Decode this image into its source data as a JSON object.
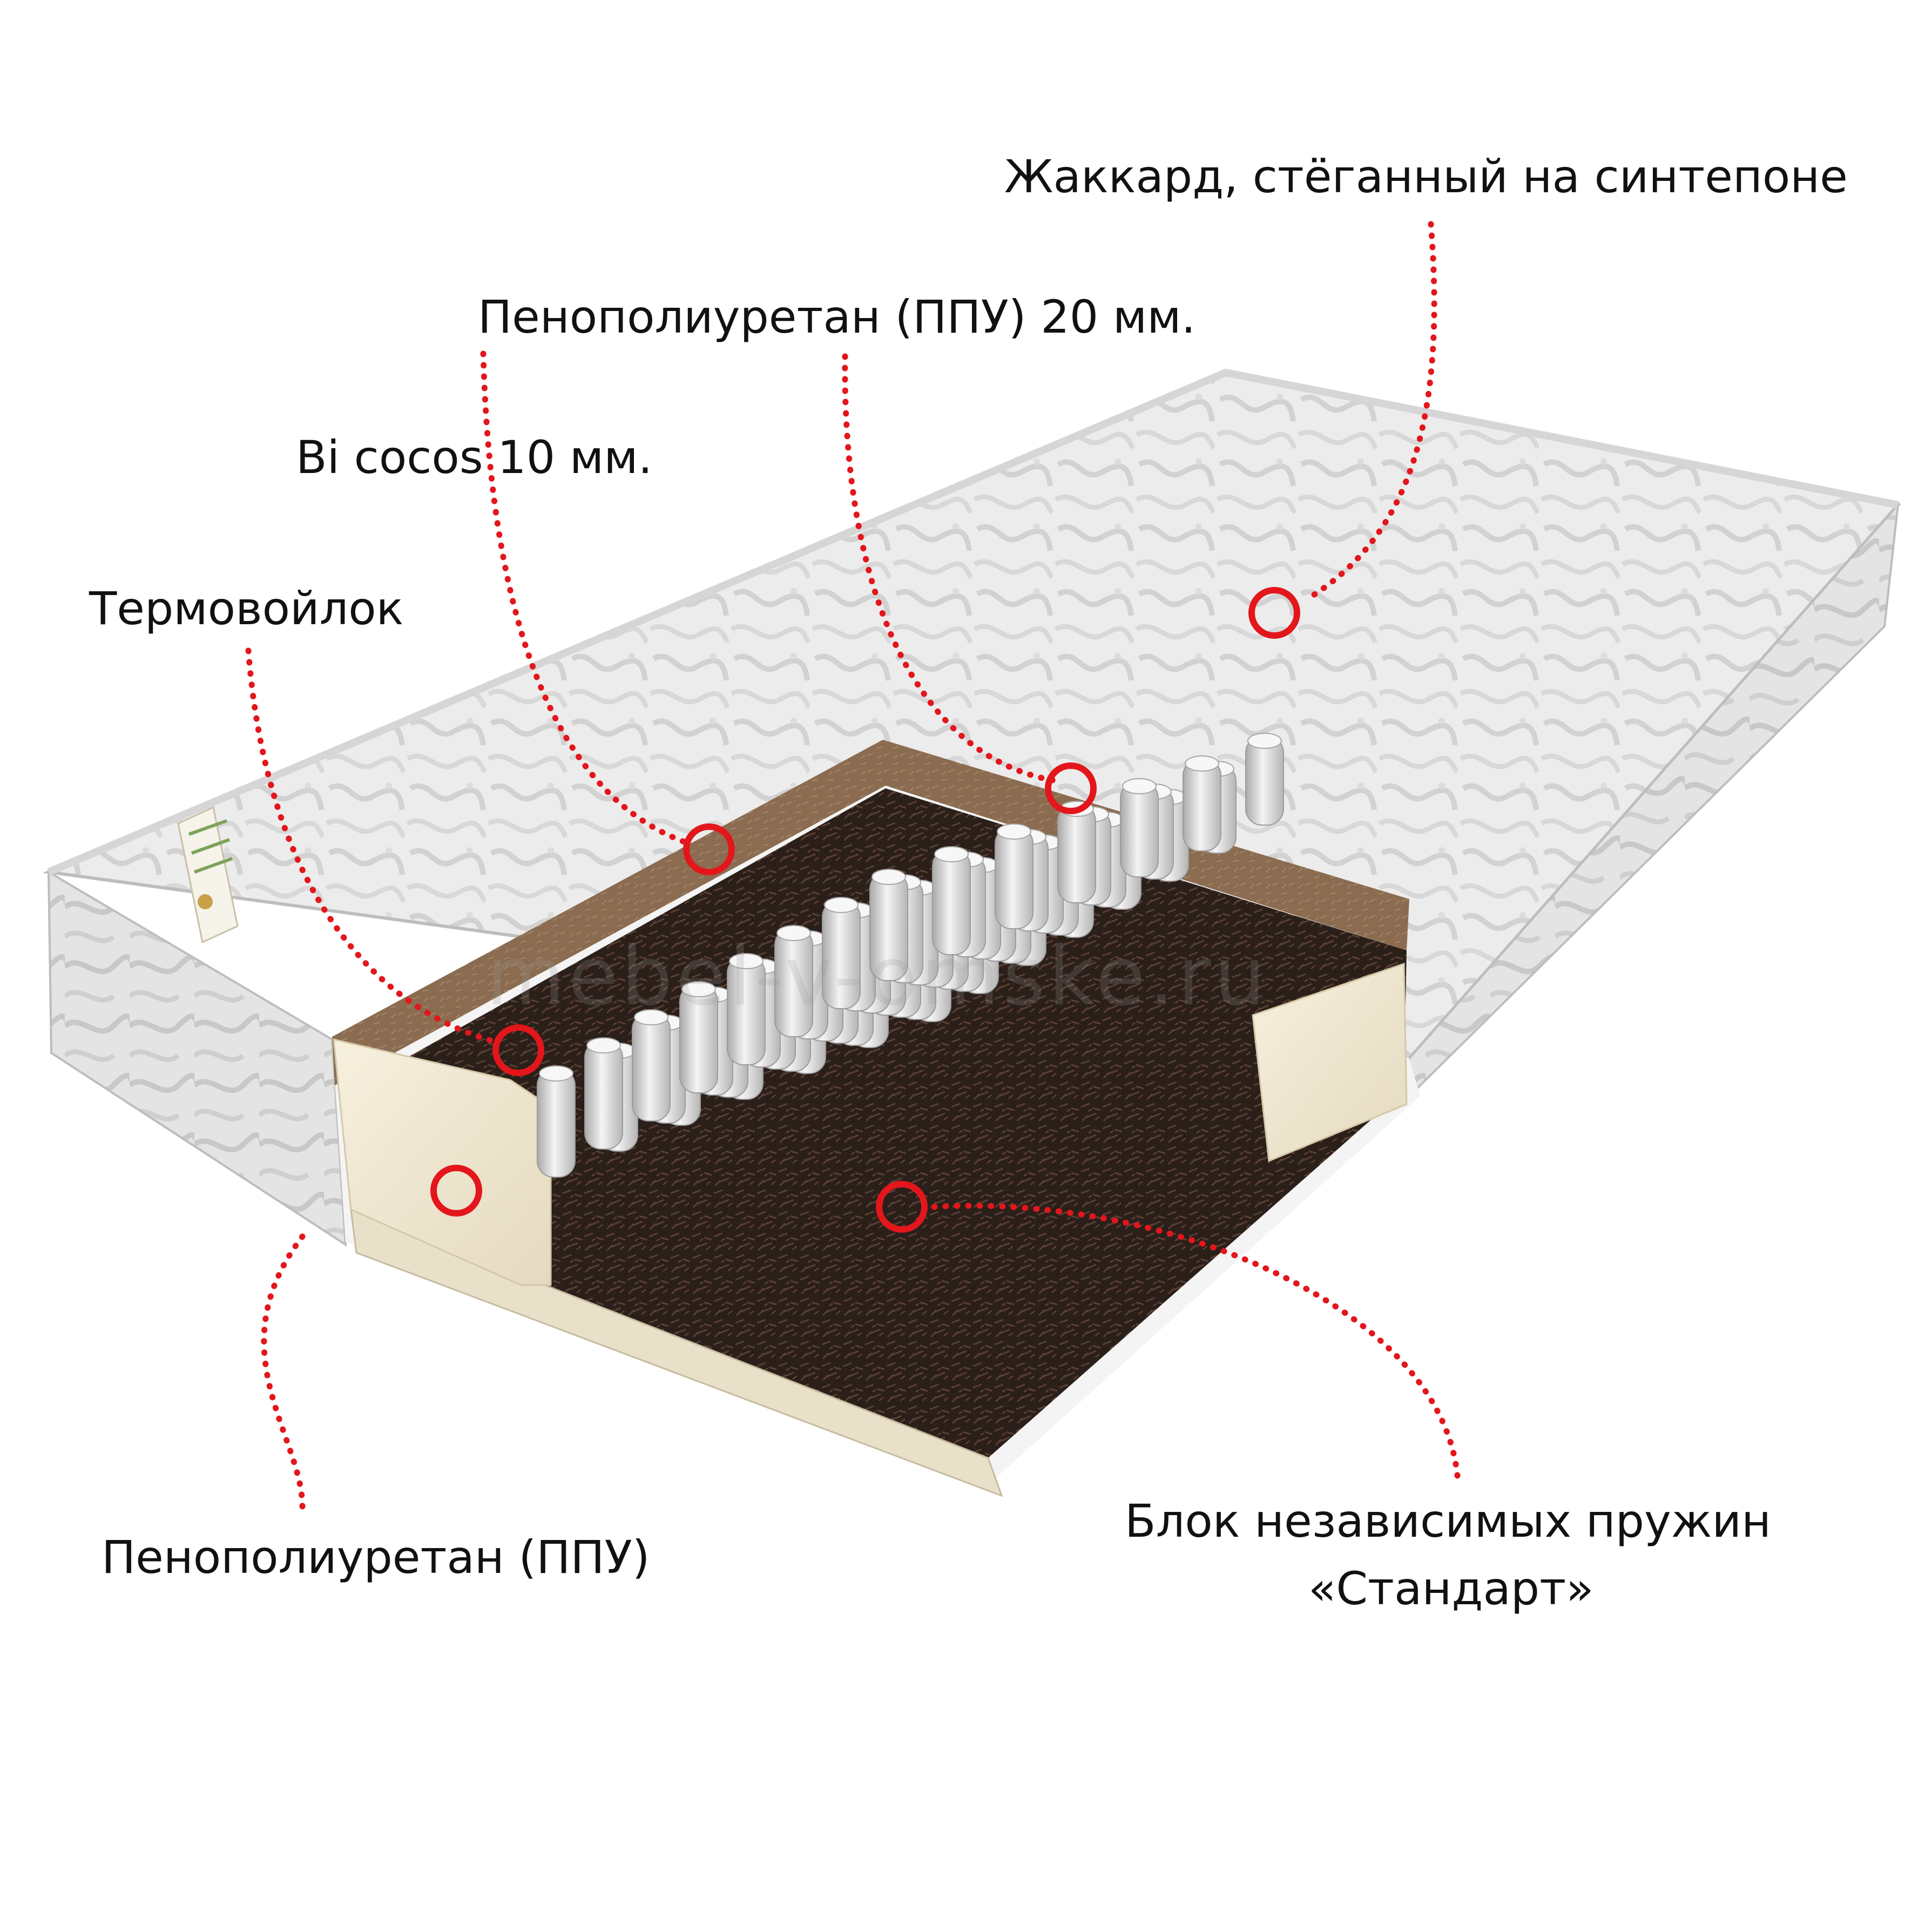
{
  "watermark": "mebel-v-omske.ru",
  "colors": {
    "callout": "#e3161c",
    "fabric": "#ececec",
    "coir": "#8a6b4e",
    "felt": "#2d211c",
    "foam": "#f2ead6",
    "spring": "#e2e2e2"
  },
  "labels": {
    "jacquard": "Жаккард, стёганный на синтепоне",
    "ppu_20": "Пенополиуретан (ППУ) 20 мм.",
    "bi_cocos": "Bi cocos 10 мм.",
    "thermofelt": "Термовойлок",
    "ppu": "Пенополиуретан (ППУ)",
    "spring_block_line1": "Блок независимых пружин",
    "spring_block_line2": "«Стандарт»"
  }
}
